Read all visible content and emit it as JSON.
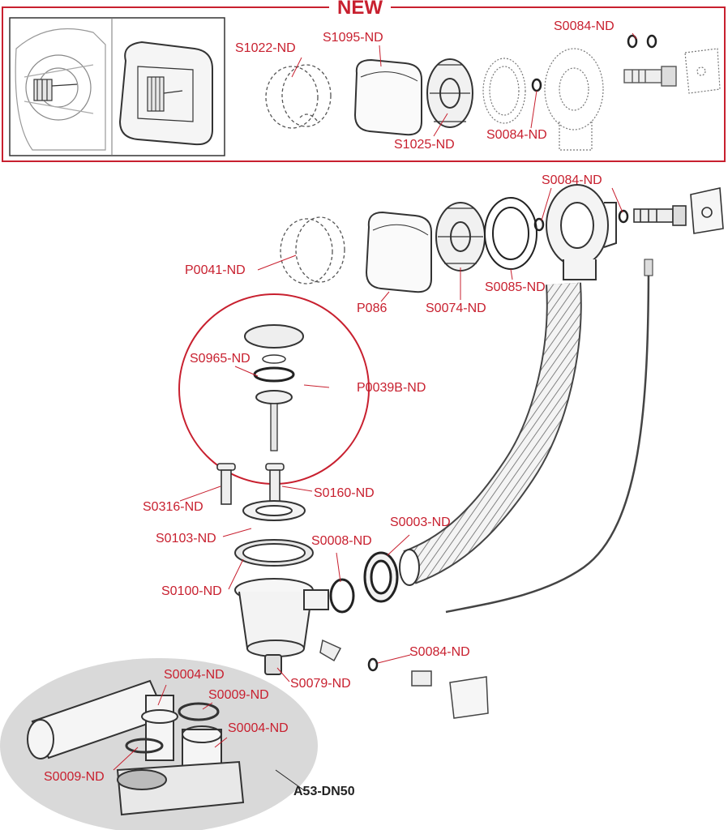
{
  "colors": {
    "accent": "#c8202f",
    "line": "#444444",
    "gray_ellipse": "#d9d9d9"
  },
  "new_section": {
    "title": "NEW"
  },
  "labels": {
    "s1022": "S1022-ND",
    "s1095": "S1095-ND",
    "s0084_new_top": "S0084-ND",
    "s1025": "S1025-ND",
    "s0084_new_bottom": "S0084-ND",
    "s0084_main": "S0084-ND",
    "p0041": "P0041-ND",
    "p086": "P086",
    "s0074": "S0074-ND",
    "s0085": "S0085-ND",
    "s0965": "S0965-ND",
    "p0039b": "P0039B-ND",
    "s0316": "S0316-ND",
    "s0160": "S0160-ND",
    "s0103": "S0103-ND",
    "s0008": "S0008-ND",
    "s0003": "S0003-ND",
    "s0100": "S0100-ND",
    "s0084_lower": "S0084-ND",
    "s0079": "S0079-ND",
    "s0004_a": "S0004-ND",
    "s0009_a": "S0009-ND",
    "s0004_b": "S0004-ND",
    "s0009_b": "S0009-ND",
    "a53": "A53-DN50"
  }
}
